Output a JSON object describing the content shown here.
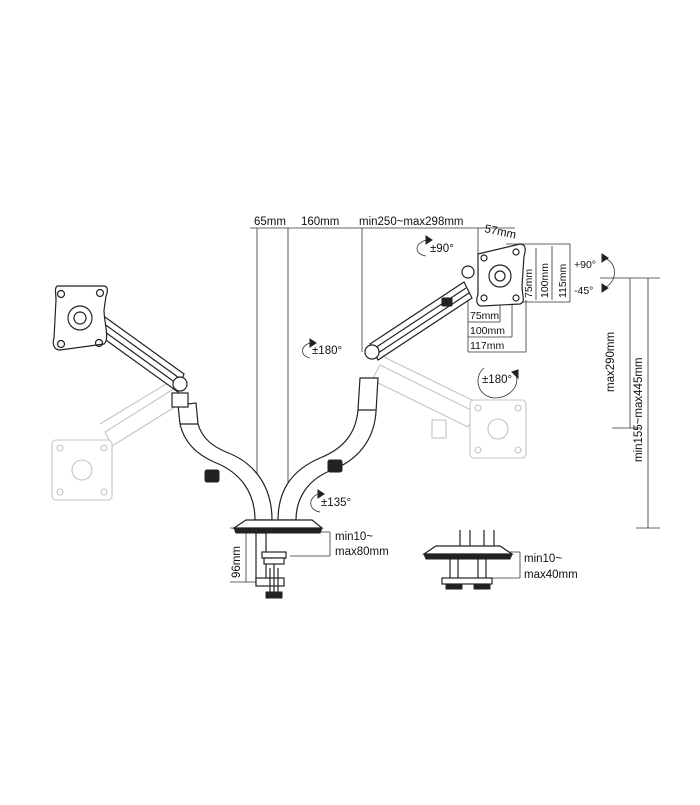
{
  "dimensions": {
    "top": [
      "65mm",
      "160mm",
      "min250~max298mm"
    ],
    "right_offset": "57mm",
    "vesa_w": [
      "75mm",
      "100mm",
      "117mm"
    ],
    "vesa_h": [
      "75mm",
      "100mm",
      "115mm"
    ],
    "tilt_up": "+90°",
    "tilt_down": "-45°",
    "height_arm": "max290mm",
    "height_total": "min155~max445mm",
    "base_height": "96mm",
    "clamp_range": [
      "min10~",
      "max80mm"
    ],
    "grommet_range": [
      "min10~",
      "max40mm"
    ]
  },
  "rotations": {
    "swivel_head": "±90°",
    "arm_rotate": "±180°",
    "screen_rotate": "±180°",
    "base_rotate": "±135°"
  }
}
